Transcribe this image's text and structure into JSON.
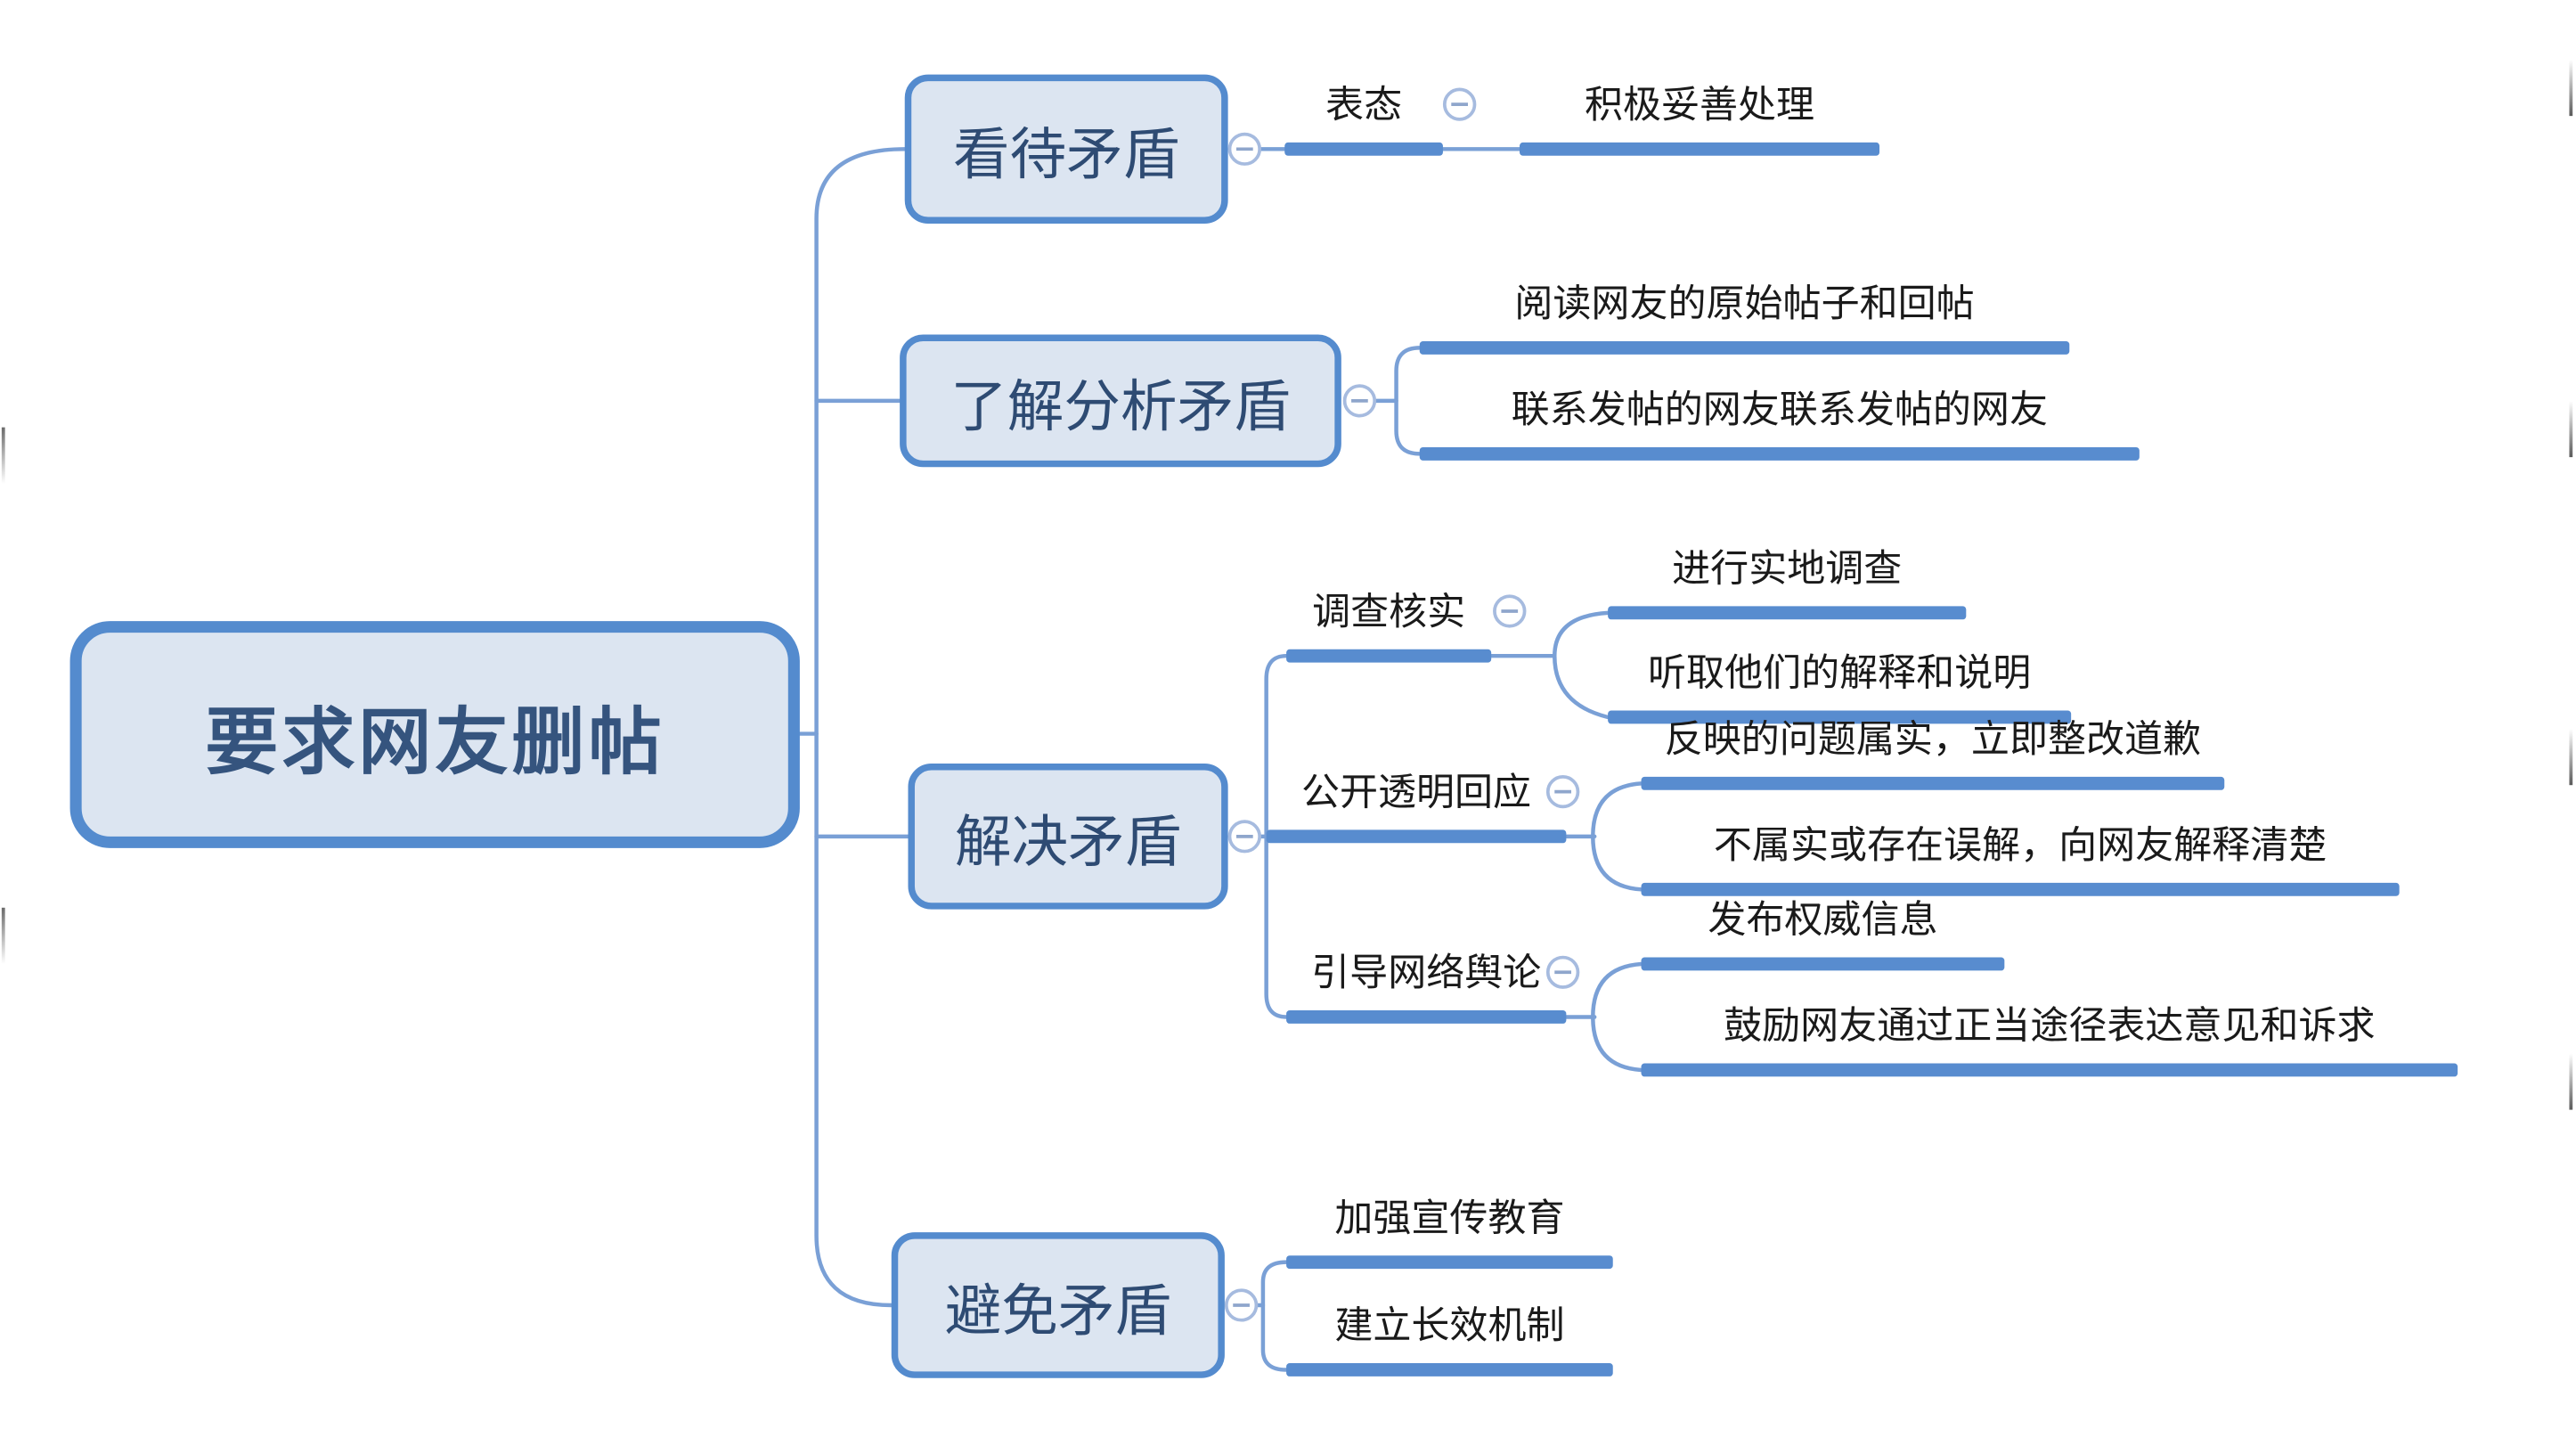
{
  "mindmap": {
    "title": "要求网友删帖 思维导图",
    "root": {
      "label": "要求网友删帖"
    },
    "branches": [
      {
        "label": "看待矛盾",
        "children": [
          {
            "label": "表态",
            "children": [
              {
                "label": "积极妥善处理"
              }
            ]
          }
        ]
      },
      {
        "label": "了解分析矛盾",
        "children": [
          {
            "label": "阅读网友的原始帖子和回帖"
          },
          {
            "label": "联系发帖的网友联系发帖的网友"
          }
        ]
      },
      {
        "label": "解决矛盾",
        "children": [
          {
            "label": "调查核实",
            "children": [
              {
                "label": "进行实地调查"
              },
              {
                "label": "听取他们的解释和说明"
              }
            ]
          },
          {
            "label": "公开透明回应",
            "children": [
              {
                "label": "反映的问题属实，立即整改道歉"
              },
              {
                "label": "不属实或存在误解，向网友解释清楚"
              }
            ]
          },
          {
            "label": "引导网络舆论",
            "children": [
              {
                "label": "发布权威信息"
              },
              {
                "label": "鼓励网友通过正当途径表达意见和诉求"
              }
            ]
          }
        ]
      },
      {
        "label": "避免矛盾",
        "children": [
          {
            "label": "加强宣传教育"
          },
          {
            "label": "建立长效机制"
          }
        ]
      }
    ]
  },
  "icons": {
    "collapse": "minus-circle"
  },
  "colors": {
    "box_border": "#548BCE",
    "box_fill": "#DCE5F1",
    "box_text": "#2E4B73",
    "root_text": "#35547E",
    "branch_bar": "#588CCF",
    "connector_line": "#7AA0D6",
    "collapse_ring": "#A6BBDF",
    "collapse_minus": "#8FA6CC",
    "leaf_text": "#1A1A1A",
    "background": "#FFFFFF"
  }
}
